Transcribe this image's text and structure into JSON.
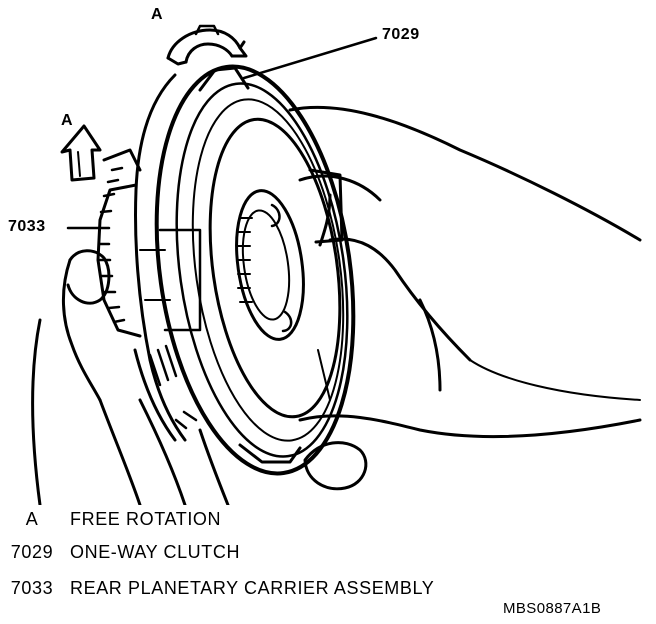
{
  "callouts": {
    "a_top": "A",
    "a_left": "A",
    "part_7029": "7029",
    "part_7033": "7033"
  },
  "legend": [
    {
      "key": "A",
      "description": "FREE ROTATION"
    },
    {
      "key": "7029",
      "description": "ONE-WAY CLUTCH"
    },
    {
      "key": "7033",
      "description": "REAR PLANETARY CARRIER ASSEMBLY"
    }
  ],
  "figure_id": "MBS0887A1B"
}
